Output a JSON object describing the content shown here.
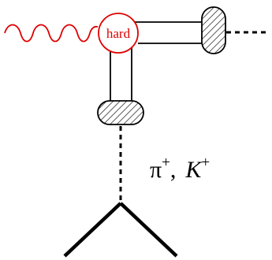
{
  "diagram": {
    "hard_vertex_label": "hard",
    "meson_label_pi": "π",
    "meson_label_pi_sup": "+",
    "meson_label_sep": ",",
    "meson_label_k": "K",
    "meson_label_k_sup": "+",
    "photon_color": "#e00000",
    "hard_vertex_color": "#e00000",
    "line_color": "#000000",
    "blob_fill": "#ffffff"
  }
}
